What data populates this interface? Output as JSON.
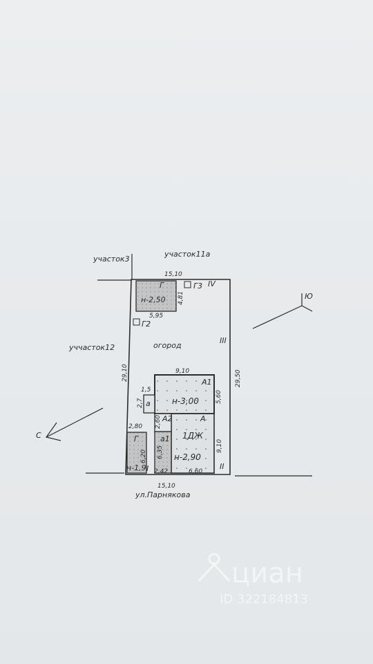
{
  "labels": {
    "plot3": "участок3",
    "plot11a": "участок11а",
    "plot12": "уччасток12",
    "street": "ул.Парнякова",
    "garden": "огород",
    "north": "С",
    "south": "Ю"
  },
  "buildings": {
    "g_top": "Г",
    "g_top_height": "н-2,50",
    "g3": "Г3",
    "g2": "Г2",
    "a1_upper": "А1",
    "a1_height": "н-3,00",
    "a_small": "а",
    "a_main": "А",
    "a2": "А2",
    "a1_lower": "а1",
    "dwelling": "1ДЖ",
    "dwelling_height": "н-2,90",
    "g_bottom": "Г",
    "g_bottom_height": "н-1,9"
  },
  "roman": {
    "iv": "IV",
    "iii": "III",
    "ii": "II",
    "i": "I"
  },
  "dimensions": {
    "top_width": "15,10",
    "bottom_width": "15,10",
    "left_length": "29,10",
    "right_length": "29,50",
    "g_top_width": "5,95",
    "g_top_depth": "4,81",
    "a1_width": "9,10",
    "a1_depth": "5,60",
    "a_small_w": "1,5",
    "a_small_h": "2,7",
    "a2_h": "2,60",
    "g_bottom_w": "2,80",
    "g_bottom_h": "6,20",
    "a1_lower_h": "6,35",
    "a_lower_right": "9,10",
    "a1_lower_w": "2,42",
    "dwelling_w": "6,60"
  },
  "watermark": {
    "brand": "циан",
    "id": "ID 322184813"
  },
  "colors": {
    "paper": "#e9ecee",
    "ink": "#2b2b2b",
    "hatch": "#b9bbbd"
  }
}
